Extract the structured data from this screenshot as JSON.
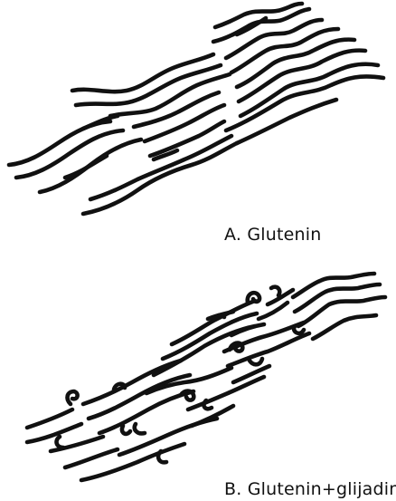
{
  "panels": [
    {
      "id": "a",
      "label": "A. Glutenin"
    },
    {
      "id": "b",
      "label": "B. Glutenin+glijadin"
    }
  ],
  "colors": {
    "stroke": "#111111",
    "background": "#ffffff"
  }
}
